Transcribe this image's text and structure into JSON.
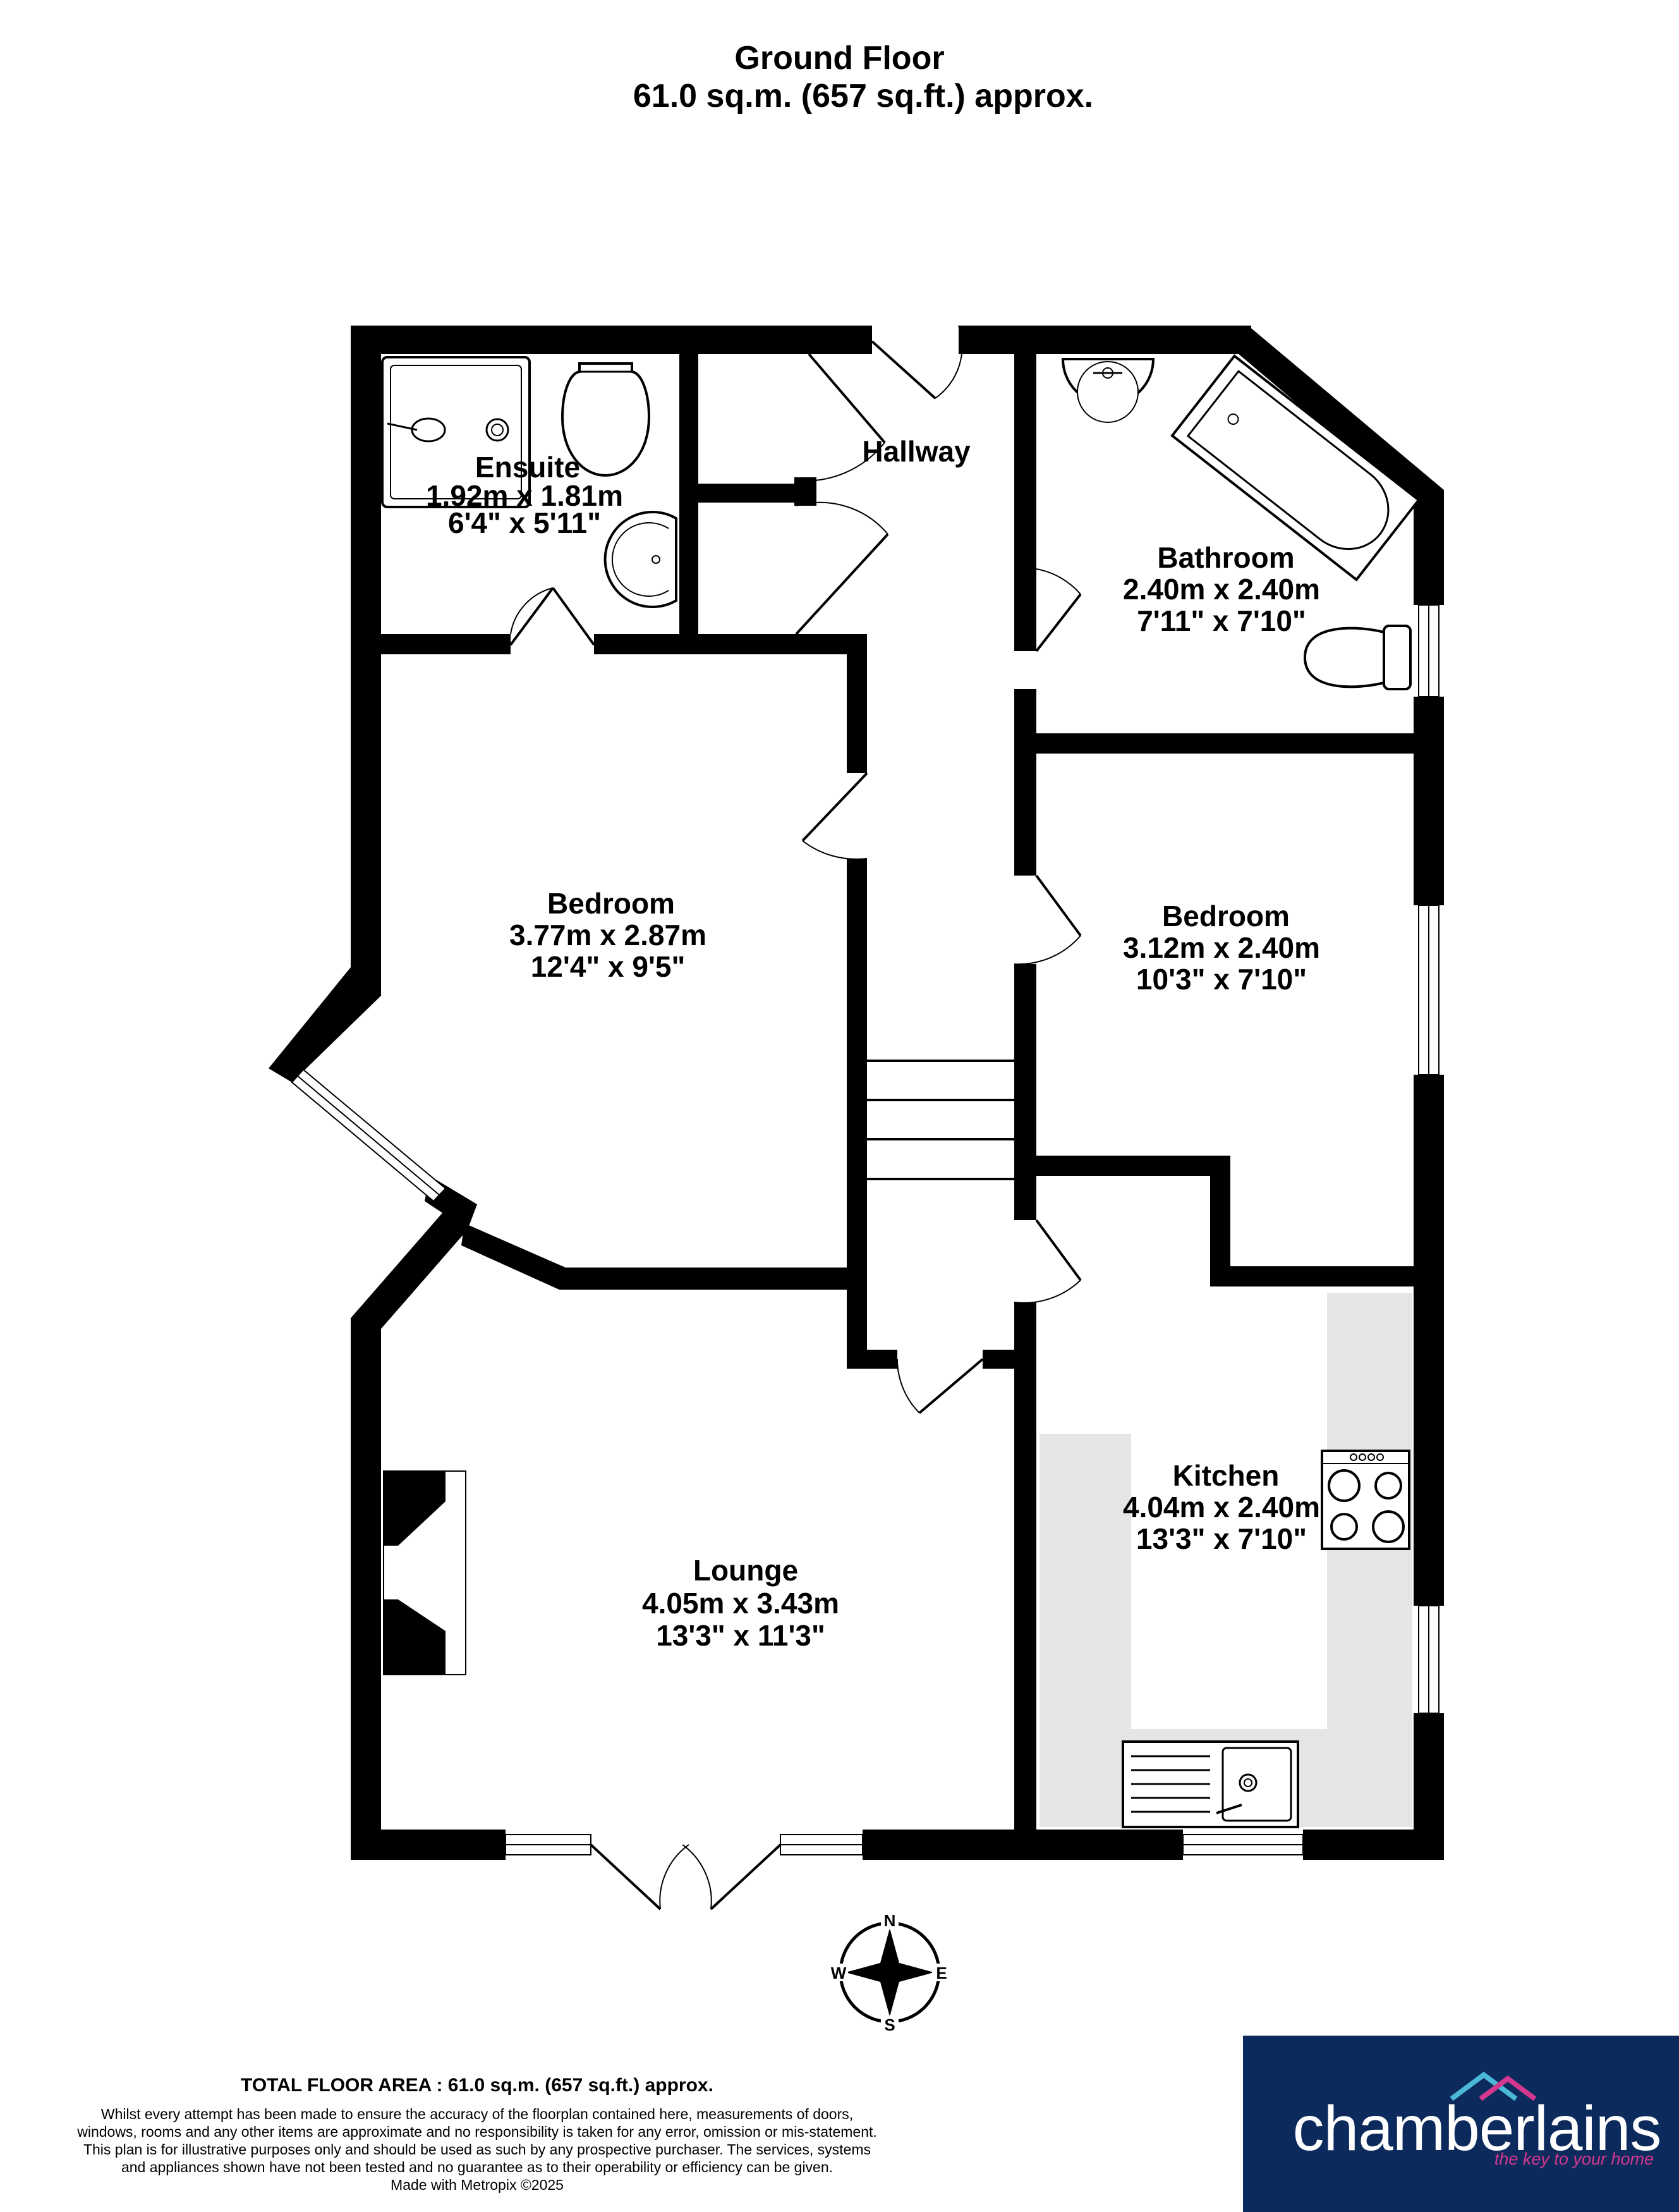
{
  "header": {
    "floor": "Ground Floor",
    "area": "61.0 sq.m. (657 sq.ft.) approx."
  },
  "rooms": [
    {
      "name": "Ensuite",
      "metric": "1.92m  x 1.81m",
      "imperial": "6'4\"  x 5'11\""
    },
    {
      "name": "Hallway"
    },
    {
      "name": "Bathroom",
      "metric": "2.40m  x 2.40m",
      "imperial": "7'11\"  x 7'10\""
    },
    {
      "name": "Bedroom",
      "metric": "3.77m  x 2.87m",
      "imperial": "12'4\"  x 9'5\""
    },
    {
      "name": "Bedroom",
      "metric": "3.12m  x 2.40m",
      "imperial": "10'3\"  x 7'10\""
    },
    {
      "name": "Kitchen",
      "metric": "4.04m  x 2.40m",
      "imperial": "13'3\"  x 7'10\""
    },
    {
      "name": "Lounge",
      "metric": "4.05m  x 3.43m",
      "imperial": "13'3\"  x 11'3\""
    }
  ],
  "compass": {
    "n": "N",
    "e": "E",
    "s": "S",
    "w": "W"
  },
  "footer": {
    "total": "TOTAL FLOOR AREA : 61.0 sq.m. (657 sq.ft.) approx.",
    "disclaimer": "Whilst every attempt has been made to ensure the accuracy of the floorplan contained here, measurements of doors, windows, rooms and any other items are approximate and no responsibility is taken for any error, omission or mis-statement. This plan is for illustrative purposes only and should be used as such by any prospective purchaser. The services, systems and appliances shown have not been tested and no guarantee as to their operability or efficiency can be given.",
    "made_with": "Made with Metropix ©2025"
  },
  "brand": {
    "name": "chamberlains",
    "tagline": "the key to your home",
    "bg_color": "#0d2a5c",
    "accent_color": "#d4388e",
    "roof_color": "#4bb8d8"
  },
  "colors": {
    "wall": "#000000",
    "worktop": "#e5e5e5"
  }
}
